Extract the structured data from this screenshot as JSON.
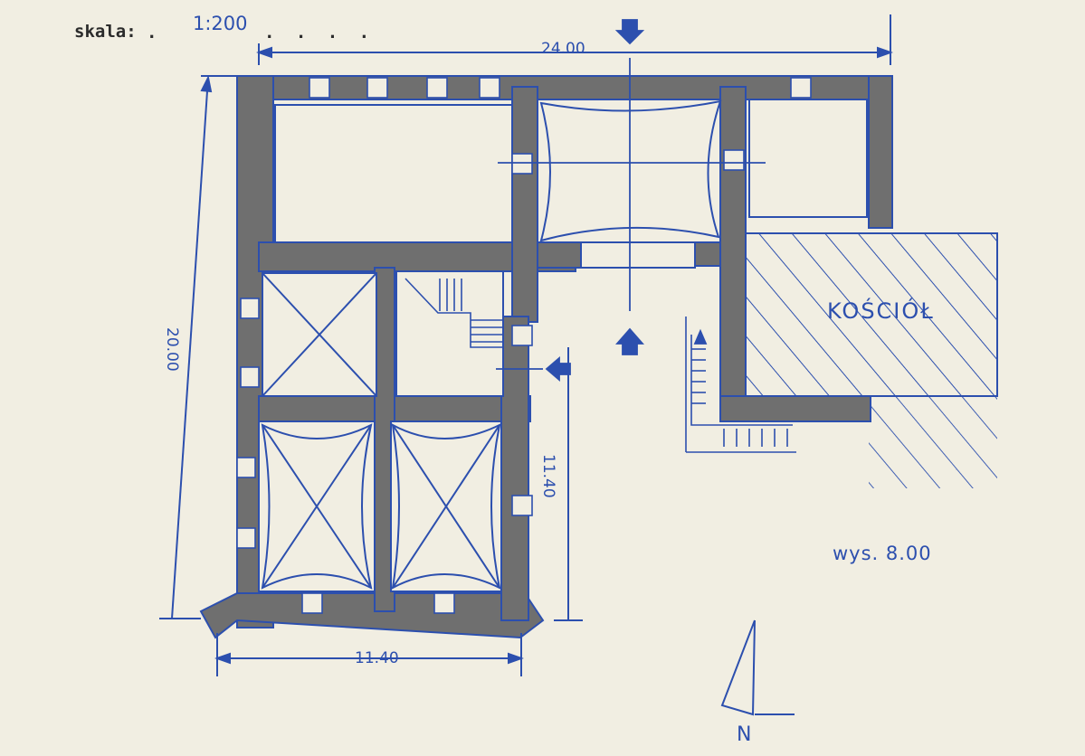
{
  "header": {
    "scale_label": "skala:",
    "scale_value": "1:200",
    "scale_dots_before": ". ",
    "scale_dots_after": ". . . ."
  },
  "dimensions": {
    "total_width": "24.00",
    "total_height": "20.00",
    "wing_height": "11.40",
    "wing_width": "11.40"
  },
  "labels": {
    "church": "KOŚCIÓŁ",
    "building_height": "wys. 8.00",
    "north": "N"
  },
  "colors": {
    "ink": "#2c4fae",
    "wall": "#6f6f6f",
    "paper": "#f1eee2"
  }
}
